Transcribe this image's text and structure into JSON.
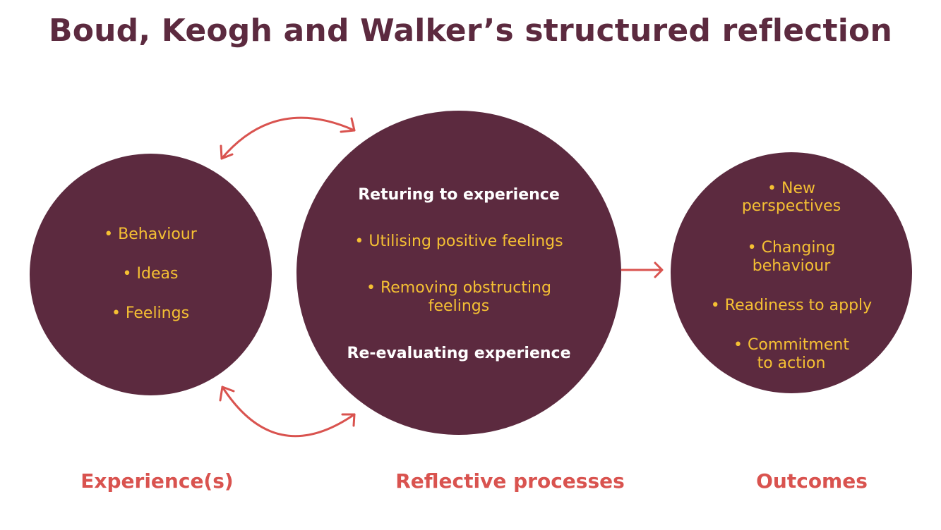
{
  "title": "Boud, Keogh and Walker’s structured reflection",
  "colors": {
    "circle_fill": "#5c2a3f",
    "title_color": "#5c2a3f",
    "bullet_text": "#f5c033",
    "heading_text": "#ffffff",
    "arrow_and_label": "#d9534f"
  },
  "experience": {
    "label": "Experience(s)",
    "items": [
      "• Behaviour",
      "• Ideas",
      "• Feelings"
    ]
  },
  "reflective": {
    "label": "Reflective processes",
    "heading_top": "Returing to experience",
    "items": [
      [
        "• Utilising positive feelings"
      ],
      [
        "• Removing obstructing",
        "feelings"
      ]
    ],
    "heading_bottom": "Re-evaluating experience"
  },
  "outcomes": {
    "label": "Outcomes",
    "items": [
      [
        "• New",
        "perspectives"
      ],
      [
        "• Changing",
        "behaviour"
      ],
      [
        "• Readiness to apply"
      ],
      [
        "• Commitment",
        "to action"
      ]
    ]
  },
  "icons": {
    "top_arrow": "double-headed-curved-arrow",
    "bottom_arrow": "double-headed-curved-arrow",
    "right_arrow": "right-arrow"
  }
}
